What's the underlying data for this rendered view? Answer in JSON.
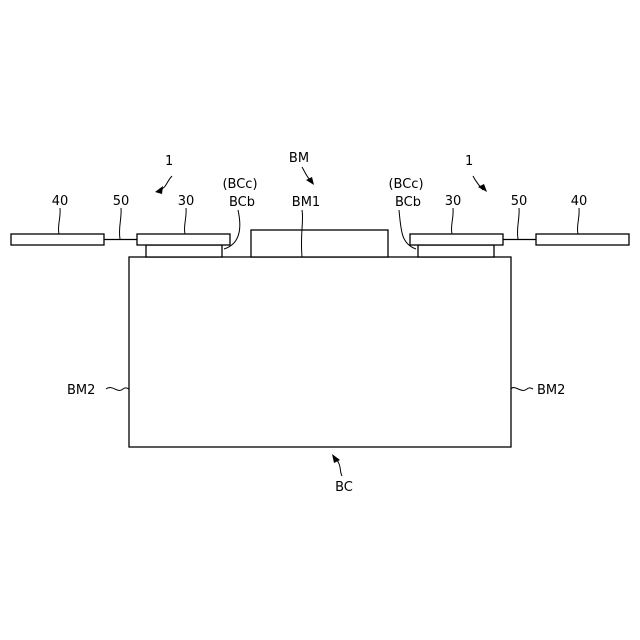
{
  "labels": {
    "unit_ref_left": "1",
    "unit_ref_right": "1",
    "busbar_ref": "BM",
    "busbar_top_ref": "BM1",
    "busbar_side_ref_left": "BM2",
    "busbar_side_ref_right": "BM2",
    "cell_ref": "BC",
    "contact_ref_left": "BCb",
    "contact_ref_right": "BCb",
    "contact_alt_ref_left": "(BCc)",
    "contact_alt_ref_right": "(BCc)",
    "part_40_left": "40",
    "part_40_right": "40",
    "part_50_left": "50",
    "part_50_right": "50",
    "part_30_left": "30",
    "part_30_right": "30"
  }
}
